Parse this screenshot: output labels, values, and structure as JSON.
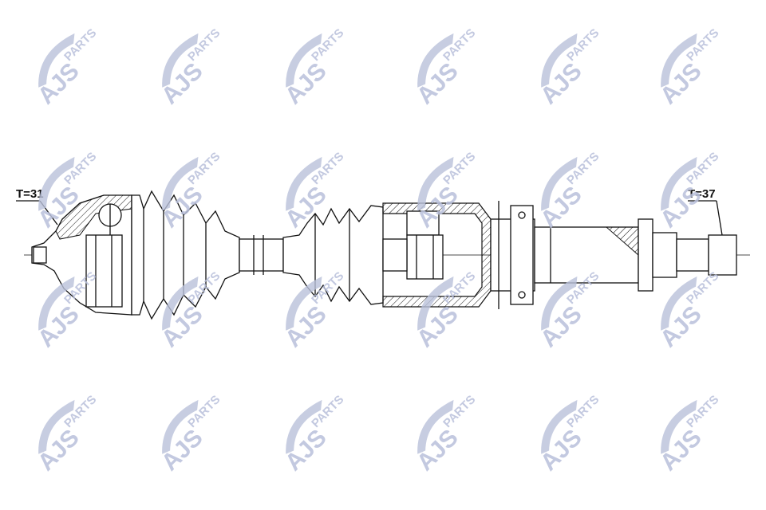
{
  "drawing": {
    "label_left": "T=31",
    "label_right": "T=37"
  },
  "watermark": {
    "brand": "AJS",
    "sub": "PARTS",
    "color": "#b9c0da"
  }
}
